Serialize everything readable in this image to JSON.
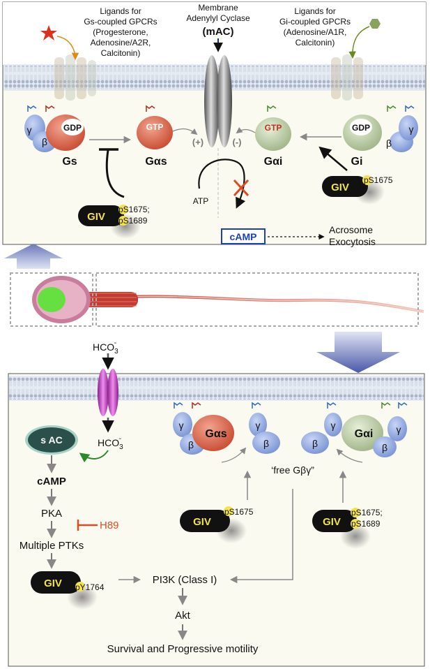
{
  "colors": {
    "panel_fill": "#fbfaf0",
    "membrane_top": "#b9c4d6",
    "beta_gamma": "#8fa8e0",
    "gs_alpha": "#d9654b",
    "gi_alpha": "#b9c9a3",
    "giv_body": "#111111",
    "phospho": "#f2e34a",
    "gtp_label": "#c0311c",
    "camp_box": "#1f3fb8",
    "inhibit_red": "#e04a22",
    "sac": "#2b4f4a",
    "bicarb_channel": "#d44fd0",
    "big_arrow": "#6a78b8"
  },
  "icons": {
    "gs_ligand": "red-star-icon",
    "gi_ligand": "green-hexagon-icon",
    "inhibition_cross": "red-x-icon",
    "sperm": "sperm-cell-icon"
  },
  "top": {
    "ligand_gs_text": [
      "Ligands for",
      "Gs-coupled GPCRs",
      "(Progesterone,",
      "Adenosine/A2R,",
      "Calcitonin)"
    ],
    "mac_text": [
      "Membrane",
      "Adenylyl Cyclase"
    ],
    "mac_label": "mAC",
    "mac_paren_open": "(",
    "mac_paren_close": ")",
    "ligand_gi_text": [
      "Ligands for",
      "Gi-coupled GPCRs",
      "(Adenosine/A1R,",
      "Calcitonin)"
    ],
    "gamma": "γ",
    "beta": "β",
    "gdp": "GDP",
    "gtp": "GTP",
    "plus": "(+)",
    "minus": "(-)",
    "gs_label": "Gs",
    "gas_label": "Gαs",
    "gai_label": "Gαi",
    "gi_label": "Gi",
    "atp": "ATP",
    "camp": "cAMP",
    "acrosome": [
      "Acrosome",
      "Exocytosis"
    ],
    "giv_left": {
      "name": "GIV",
      "sites": [
        "pS1675;",
        "pS1689"
      ]
    },
    "giv_right": {
      "name": "GIV",
      "sites": [
        "pS1675"
      ]
    }
  },
  "bottom": {
    "hco3_top": "HCO",
    "hco3_top_sub": "3",
    "hco3_top_sup": "-",
    "hco3_mid": "HCO",
    "hco3_mid_sub": "3",
    "hco3_mid_sup": "-",
    "sac": "s AC",
    "camp": "cAMP",
    "pka": "PKA",
    "h89": "H89",
    "ptks": "Multiple PTKs",
    "giv_pY": {
      "name": "GIV",
      "site": "pY1764"
    },
    "pi3k": "PI3K (Class I)",
    "akt": "Akt",
    "final": "Survival and Progressive motility",
    "free_gby": "‘free Gβγ”",
    "gamma": "γ",
    "beta": "β",
    "gas": "Gαs",
    "gai": "Gαi",
    "giv_mid": {
      "name": "GIV",
      "site": "pS1675"
    },
    "giv_right": {
      "name": "GIV",
      "sites": [
        "pS1675;",
        "pS1689"
      ]
    }
  }
}
